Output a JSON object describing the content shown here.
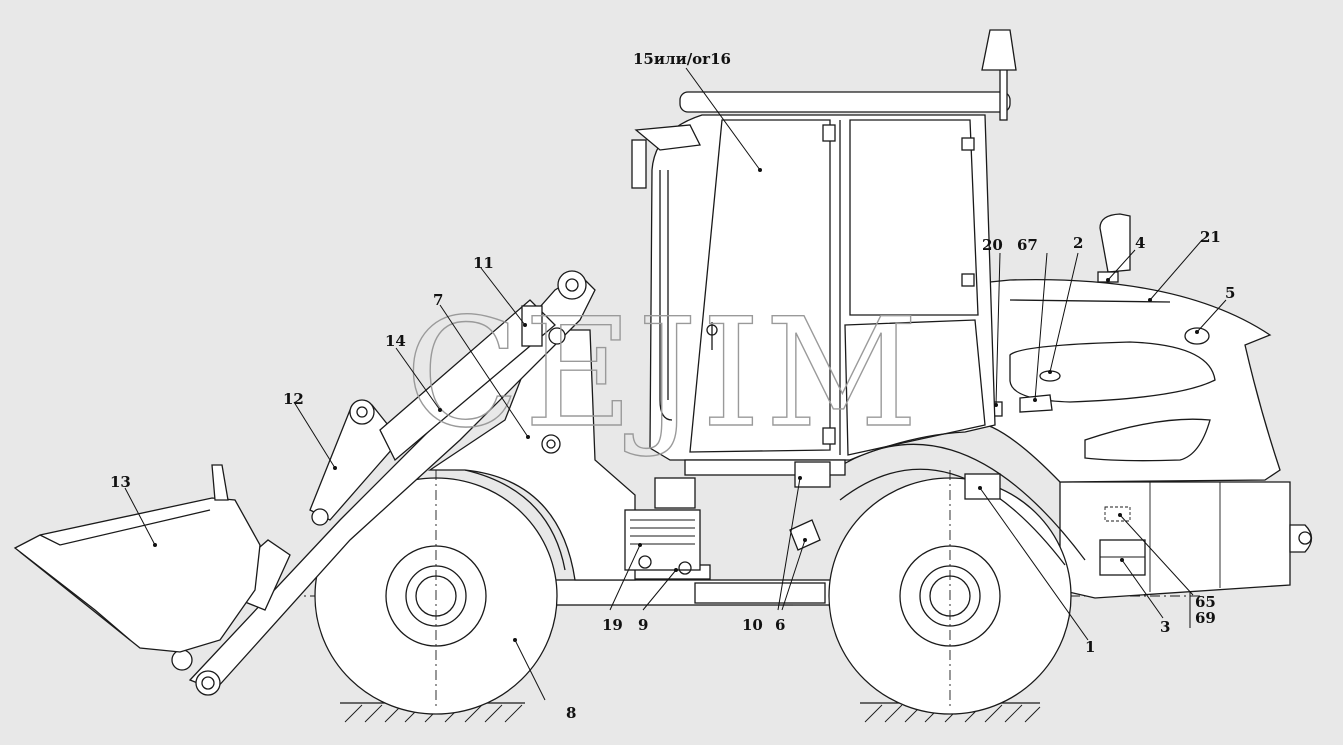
{
  "watermark": "CEJIM",
  "callouts": [
    {
      "id": "c1",
      "text": "1"
    },
    {
      "id": "c2",
      "text": "2"
    },
    {
      "id": "c3",
      "text": "3"
    },
    {
      "id": "c4",
      "text": "4"
    },
    {
      "id": "c5",
      "text": "5"
    },
    {
      "id": "c6",
      "text": "6"
    },
    {
      "id": "c7",
      "text": "7"
    },
    {
      "id": "c8",
      "text": "8"
    },
    {
      "id": "c9",
      "text": "9"
    },
    {
      "id": "c10",
      "text": "10"
    },
    {
      "id": "c11",
      "text": "11"
    },
    {
      "id": "c12",
      "text": "12"
    },
    {
      "id": "c13",
      "text": "13"
    },
    {
      "id": "c14",
      "text": "14"
    },
    {
      "id": "c15",
      "text": "15или/or16"
    },
    {
      "id": "c19",
      "text": "19"
    },
    {
      "id": "c20",
      "text": "20"
    },
    {
      "id": "c21",
      "text": "21"
    },
    {
      "id": "c65",
      "text": "65"
    },
    {
      "id": "c67",
      "text": "67"
    },
    {
      "id": "c69",
      "text": "69"
    }
  ]
}
